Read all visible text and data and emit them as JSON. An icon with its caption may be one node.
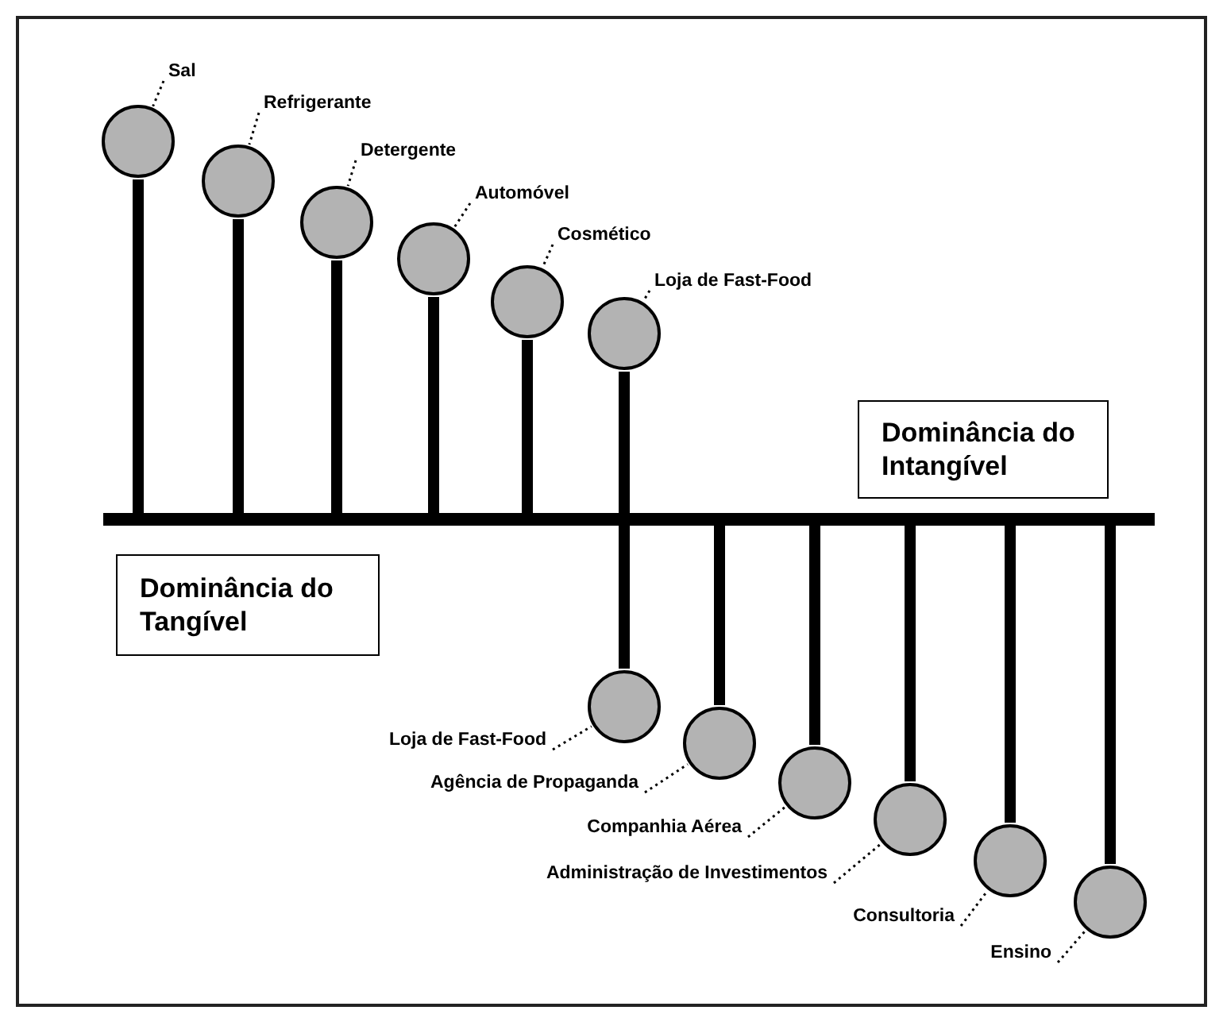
{
  "diagram": {
    "nodes": [
      {
        "text": [
          "Sal"
        ]
      },
      {
        "text": [
          "Refrigerante"
        ]
      },
      {
        "text": [
          "Detergente"
        ]
      },
      {
        "text": [
          "Automóvel"
        ]
      },
      {
        "text": [
          "Cosmético"
        ]
      },
      {
        "text": [
          "Loja de Fast-Food"
        ]
      },
      {
        "text": [],
        "shape": "circle"
      },
      {
        "text": [],
        "shape": "circle"
      },
      {
        "text": [],
        "shape": "circle"
      },
      {
        "text": [],
        "shape": "circle"
      },
      {
        "text": [],
        "shape": "circle"
      },
      {
        "text": [],
        "shape": "circle"
      },
      {
        "text": [
          "Dominância do Intangível"
        ]
      },
      {
        "text": [],
        "shape": "bar"
      },
      {
        "text": [
          "Dominância do Tangível"
        ]
      },
      {
        "text": [],
        "shape": "circle"
      },
      {
        "text": [],
        "shape": "circle"
      },
      {
        "text": [],
        "shape": "circle"
      },
      {
        "text": [],
        "shape": "circle"
      },
      {
        "text": [],
        "shape": "circle"
      },
      {
        "text": [],
        "shape": "circle"
      },
      {
        "text": [
          "Loja de Fast-Food"
        ]
      },
      {
        "text": [
          "Agência de Propaganda"
        ]
      },
      {
        "text": [
          "Companhia Aérea"
        ]
      },
      {
        "text": [
          "Administração de Investimentos"
        ]
      },
      {
        "text": [
          "Consultoria"
        ]
      },
      {
        "text": [
          "Ensino"
        ]
      }
    ],
    "edges": [
      {
        "from": 0,
        "to": 6,
        "arrow": "none",
        "style": "dashed"
      },
      {
        "from": 1,
        "to": 7,
        "arrow": "none",
        "style": "dashed"
      },
      {
        "from": 2,
        "to": 8,
        "arrow": "none",
        "style": "dashed"
      },
      {
        "from": 3,
        "to": 9,
        "arrow": "none",
        "style": "dashed"
      },
      {
        "from": 4,
        "to": 10,
        "arrow": "none",
        "style": "dashed"
      },
      {
        "from": 5,
        "to": 11,
        "arrow": "none",
        "style": "dashed"
      },
      {
        "from": 6,
        "to": 13,
        "arrow": "none",
        "style": "thick"
      },
      {
        "from": 7,
        "to": 13,
        "arrow": "none",
        "style": "thick"
      },
      {
        "from": 8,
        "to": 13,
        "arrow": "none",
        "style": "thick"
      },
      {
        "from": 9,
        "to": 13,
        "arrow": "none",
        "style": "thick"
      },
      {
        "from": 10,
        "to": 13,
        "arrow": "none",
        "style": "thick"
      },
      {
        "from": 11,
        "to": 13,
        "arrow": "none",
        "style": "thick"
      },
      {
        "from": 13,
        "to": 15,
        "arrow": "none",
        "style": "thick"
      },
      {
        "from": 13,
        "to": 16,
        "arrow": "none",
        "style": "thick"
      },
      {
        "from": 13,
        "to": 17,
        "arrow": "none",
        "style": "thick"
      },
      {
        "from": 13,
        "to": 18,
        "arrow": "none",
        "style": "thick"
      },
      {
        "from": 13,
        "to": 19,
        "arrow": "none",
        "style": "thick"
      },
      {
        "from": 13,
        "to": 20,
        "arrow": "none",
        "style": "thick"
      },
      {
        "from": 21,
        "to": 15,
        "arrow": "none",
        "style": "dashed"
      },
      {
        "from": 22,
        "to": 16,
        "arrow": "none",
        "style": "dashed"
      },
      {
        "from": 23,
        "to": 17,
        "arrow": "none",
        "style": "dashed"
      },
      {
        "from": 24,
        "to": 18,
        "arrow": "none",
        "style": "dashed"
      },
      {
        "from": 25,
        "to": 19,
        "arrow": "none",
        "style": "dashed"
      },
      {
        "from": 26,
        "to": 20,
        "arrow": "none",
        "style": "dashed"
      }
    ]
  }
}
